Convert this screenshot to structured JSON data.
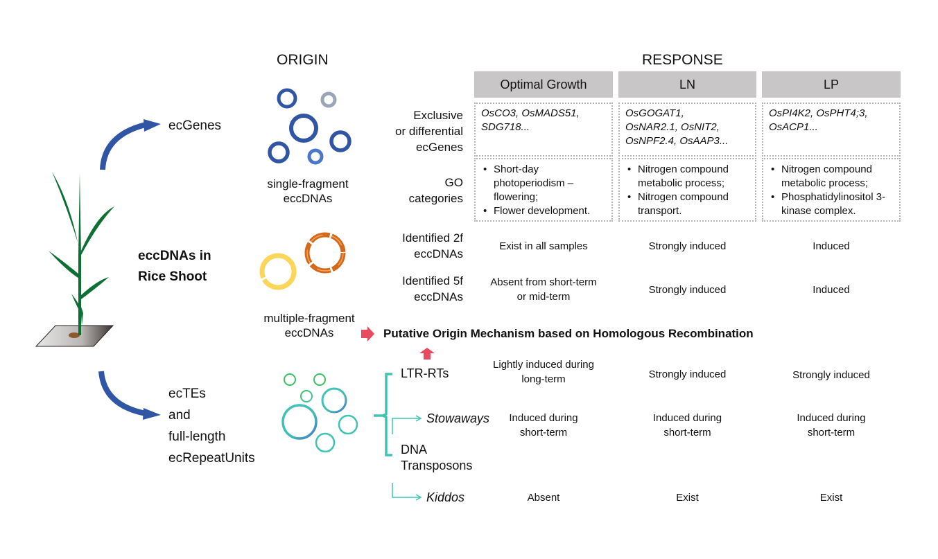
{
  "headings": {
    "origin": "ORIGIN",
    "response": "RESPONSE"
  },
  "plant": {
    "label_line1": "eccDNAs in",
    "label_line2": "Rice Shoot"
  },
  "branches": {
    "top": "ecGenes",
    "bottom_lines": [
      "ecTEs",
      "and",
      "full-length",
      "ecRepeatUnits"
    ]
  },
  "origin_types": {
    "single": [
      "single-fragment",
      "eccDNAs"
    ],
    "multiple": [
      "multiple-fragment",
      "eccDNAs"
    ]
  },
  "colors": {
    "blue_arrow": "#2f55a4",
    "single_ring": "#2f55a4",
    "single_ring_light": "#9aa5b8",
    "single_ring_mid": "#4a78c9",
    "yellow_ring": "#fcd55b",
    "orange_ring": "#d4691c",
    "teal": "#3fc4b0",
    "green": "#3bbf5f",
    "red_arrow": "#e84a5f",
    "header_bg": "#c8c6c7",
    "plant_green": "#0e6f34",
    "soil_brown": "#8b5a2b"
  },
  "table": {
    "columns": [
      "Optimal Growth",
      "LN",
      "LP"
    ],
    "rows": {
      "ecgenes": {
        "label": [
          "Exclusive",
          "or differential",
          "ecGenes"
        ],
        "cells": [
          [
            "OsCO3, OsMADS51,",
            "SDG718..."
          ],
          [
            "OsGOGAT1,",
            "OsNAR2.1, OsNIT2,",
            "OsNPF2.4, OsAAP3..."
          ],
          [
            "OsPI4K2, OsPHT4;3,",
            "OsACP1..."
          ]
        ]
      },
      "go": {
        "label": [
          "GO",
          "categories"
        ],
        "cells": [
          [
            "Short-day photoperiodism – flowering;",
            "Flower development."
          ],
          [
            "Nitrogen compound metabolic process;",
            "Nitrogen compound transport."
          ],
          [
            "Nitrogen compound metabolic process;",
            "Phosphatidylinositol 3-kinase complex."
          ]
        ]
      },
      "f2": {
        "label": [
          "Identified 2f",
          "eccDNAs"
        ],
        "cells": [
          "Exist in all samples",
          "Strongly induced",
          "Induced"
        ]
      },
      "f5": {
        "label": [
          "Identified 5f",
          "eccDNAs"
        ],
        "cells": [
          [
            "Absent from short-term",
            "or mid-term"
          ],
          "Strongly induced",
          "Induced"
        ]
      }
    }
  },
  "mechanism": "Putative Origin Mechanism based on Homologous Recombination",
  "te_rows": {
    "ltr": {
      "label": "LTR-RTs",
      "cells": [
        [
          "Lightly induced during",
          "long-term"
        ],
        "Strongly induced",
        "Strongly induced"
      ]
    },
    "stowaways": {
      "label": "Stowaways",
      "cells": [
        [
          "Induced during",
          "short-term"
        ],
        [
          "Induced during",
          "short-term"
        ],
        [
          "Induced during",
          "short-term"
        ]
      ]
    },
    "dna": {
      "label": [
        "DNA",
        "Transposons"
      ]
    },
    "kiddos": {
      "label": "Kiddos",
      "cells": [
        "Absent",
        "Exist",
        "Exist"
      ]
    }
  }
}
